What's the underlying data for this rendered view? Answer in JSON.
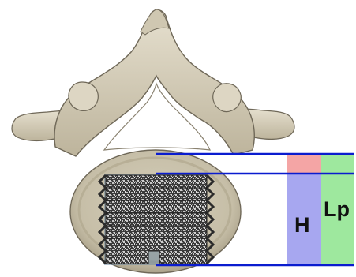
{
  "labels": {
    "height": "H",
    "length": "Lp"
  },
  "colors": {
    "reference_line": "#0a1ccf",
    "h_band": "#a7a7f0",
    "lp_band": "#9ee89e",
    "gap_band": "#f4a5a5",
    "bone": "#d9d2c0",
    "bone_shadow": "#a39a83",
    "bone_outline": "#6f6858",
    "cage_dark": "#2b2b2b",
    "cage_light": "#bdbdbd"
  },
  "elements": {
    "vertebra": "vertebra-illustration",
    "cage": "interbody-cage-implant"
  }
}
